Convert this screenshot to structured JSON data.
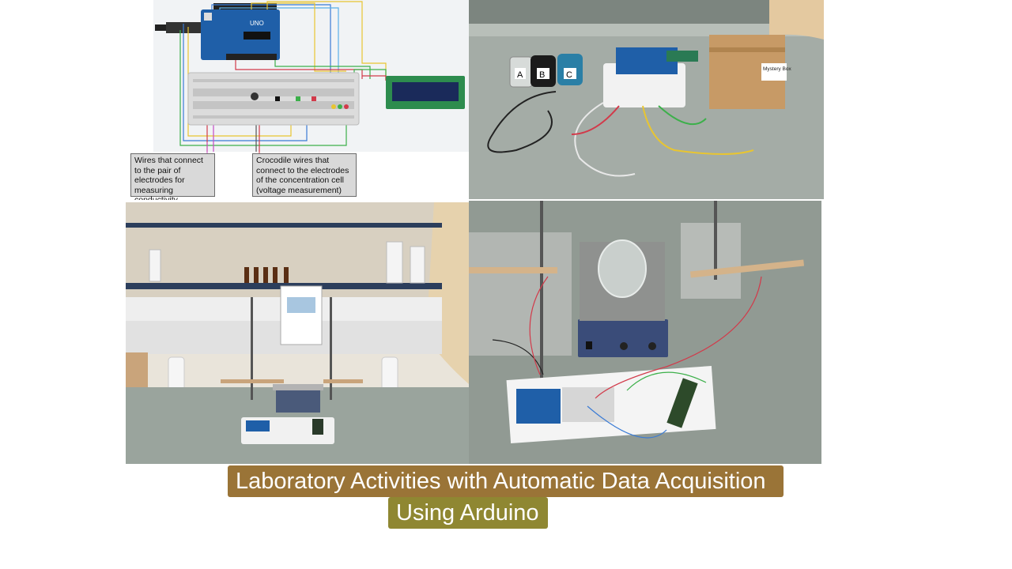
{
  "slide": {
    "title_line_1": "Laboratory Activities with Automatic Data Acquisition",
    "title_line_2": "Using Arduino"
  },
  "circuit_diagram": {
    "board_label": "UNO",
    "callouts": [
      "Wires that connect to the pair of electrodes for measuring conductivity",
      "Crocodile wires that connect to the electrodes of the concentration cell (voltage measurement)"
    ]
  },
  "kit_photo": {
    "beaker_labels": [
      "A",
      "B",
      "C"
    ],
    "box_label": "Mystery Box"
  },
  "colors": {
    "title_band_1": "#9a7437",
    "title_band_2": "#8f8732",
    "bench_top": "#9aa49d",
    "arduino_blue": "#1f5fa8"
  }
}
